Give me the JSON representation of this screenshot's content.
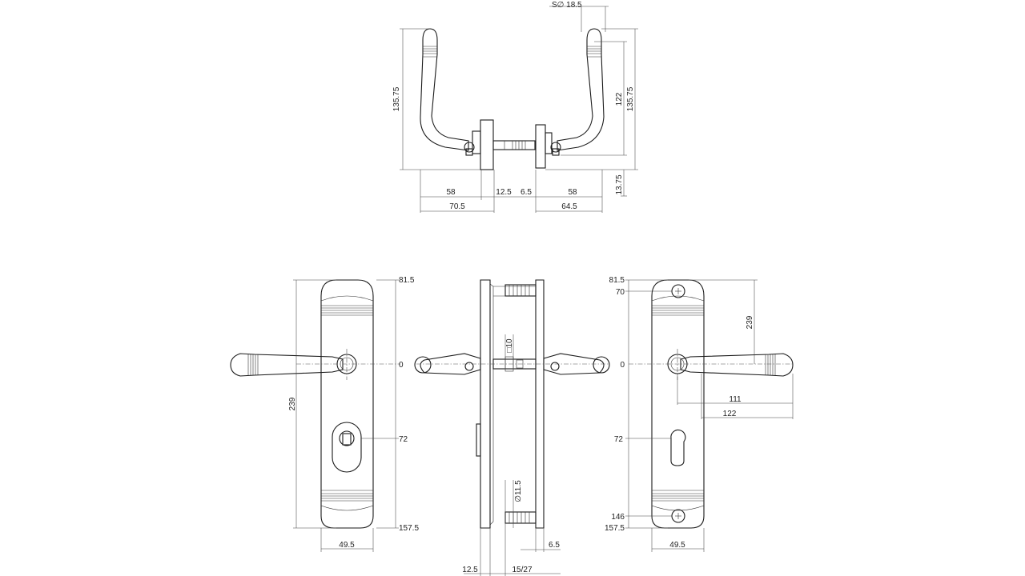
{
  "top_view": {
    "labels": {
      "sphere_dia": "S∅ 18.5",
      "height_left": "135.75",
      "height_right_1": "122",
      "height_right_2": "135.75",
      "base_offset": "13.75",
      "l_58": "58",
      "l_12_5": "12.5",
      "r_6_5": "6.5",
      "r_58": "58",
      "l_70_5": "70.5",
      "r_64_5": "64.5"
    }
  },
  "front_view": {
    "labels": {
      "top": "81.5",
      "zero": "0",
      "height": "239",
      "cyl": "72",
      "bottom": "157.5",
      "width": "49.5"
    }
  },
  "side_view": {
    "labels": {
      "square": "□10",
      "spindle_dia": "∅11.5",
      "right": "6.5",
      "left": "12.5",
      "thickness": "15/27"
    }
  },
  "back_view": {
    "labels": {
      "top": "81.5",
      "screw_top": "70",
      "zero": "0",
      "height": "239",
      "reach_1": "111",
      "reach_2": "122",
      "cyl": "72",
      "screw_bottom": "146",
      "bottom": "157.5",
      "width": "49.5"
    }
  }
}
